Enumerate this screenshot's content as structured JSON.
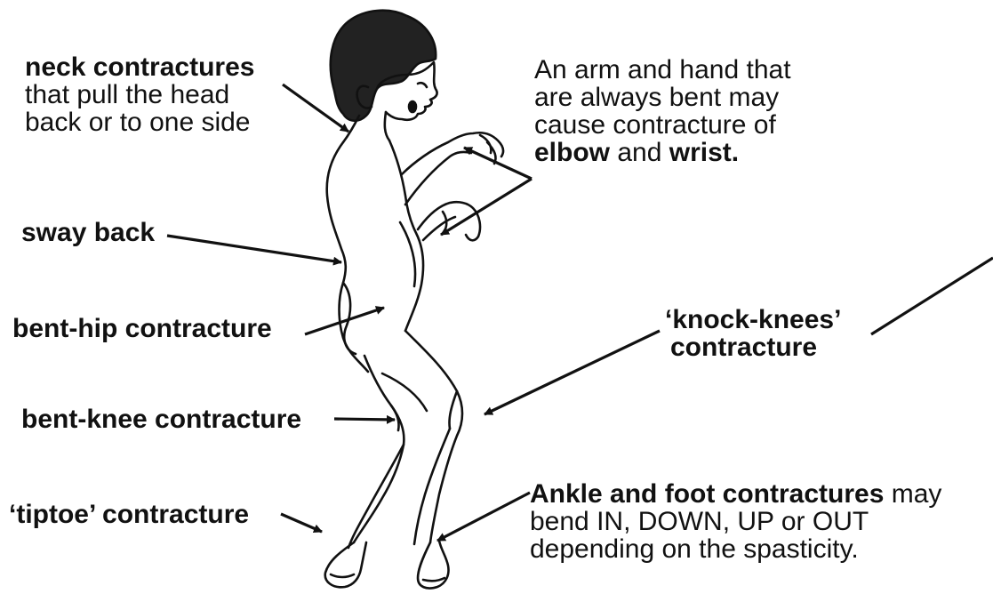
{
  "labels": {
    "neck": {
      "bold": "neck contractures",
      "line2": "that pull the head",
      "line3": "back or to one side"
    },
    "arm": {
      "line1": "An arm and hand that",
      "line2": "are always bent may",
      "line3": "cause contracture of",
      "elbow": "elbow",
      "and": " and ",
      "wrist": "wrist."
    },
    "sway_back": "sway back",
    "bent_hip": "bent-hip contracture",
    "knock_knees": {
      "line1": "‘knock-knees’",
      "line2": "contracture"
    },
    "bent_knee": "bent-knee contracture",
    "tiptoe": {
      "quoted": "‘tiptoe’",
      "rest": " contracture"
    },
    "ankle": {
      "bold": "Ankle and foot contractures",
      "tail": " may",
      "line2": "bend IN, DOWN, UP or OUT",
      "line3": "depending on the spasticity."
    }
  },
  "colors": {
    "ink": "#111111",
    "background": "#ffffff"
  }
}
